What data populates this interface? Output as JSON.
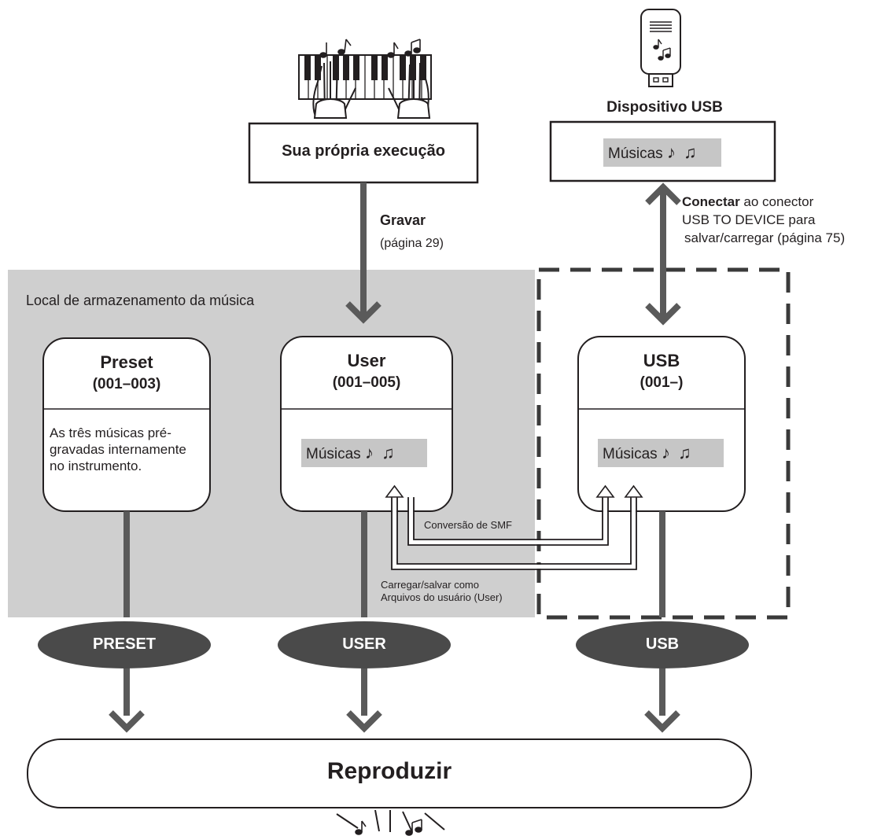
{
  "storage_area_label": "Local de armazenamento da música",
  "own_performance": {
    "label": "Sua própria execução"
  },
  "usb_device": {
    "caption": "Dispositivo USB",
    "songs_label": "Músicas"
  },
  "record": {
    "label": "Gravar",
    "page_ref": "(página 29)"
  },
  "connect": {
    "label_bold": "Conectar",
    "label_rest": " ao conector",
    "line2": "USB TO DEVICE para",
    "line3": "salvar/carregar (página 75)"
  },
  "boxes": {
    "preset": {
      "title": "Preset",
      "range": "(001–003)",
      "description_lines": [
        "As três músicas pré-",
        "gravadas internamente",
        "no instrumento."
      ]
    },
    "user": {
      "title": "User",
      "range": "(001–005)",
      "songs_label": "Músicas"
    },
    "usb": {
      "title": "USB",
      "range": "(001–)",
      "songs_label": "Músicas"
    }
  },
  "smf_conversion_label": "Conversão de SMF",
  "load_save": {
    "line1": "Carregar/salvar como",
    "line2": "Arquivos do usuário (User)"
  },
  "pills": {
    "preset": "PRESET",
    "user": "USER",
    "usb": "USB"
  },
  "playback": {
    "label": "Reproduzir"
  },
  "icons": {
    "keyboard": "keyboard-hands-icon",
    "usb_stick": "usb-flash-drive-icon",
    "music_note": "music-note-icon",
    "sound": "sound-waves-icon"
  },
  "colors": {
    "storage_bg": "#cfcfcf",
    "arrow": "#5a5a5a",
    "pill": "#4a4a4a",
    "songs_bg": "#c6c6c6",
    "stroke": "#231f20"
  }
}
